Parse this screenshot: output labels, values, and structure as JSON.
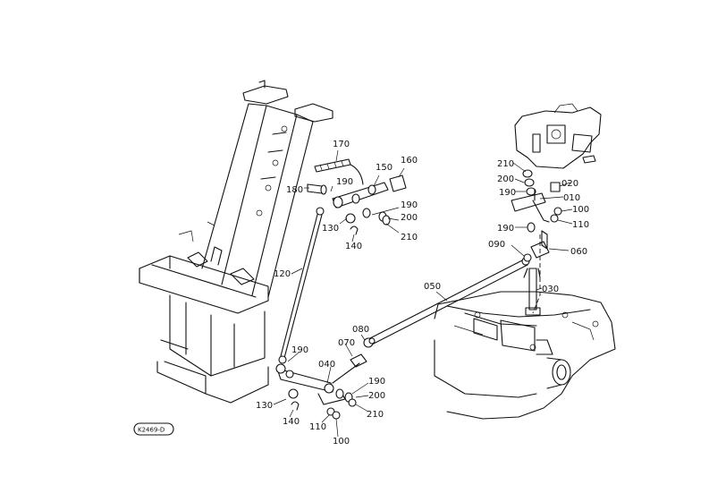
{
  "labels": {
    "l010": "010",
    "l020": "020",
    "l030": "030",
    "l040": "040",
    "l050": "050",
    "l060": "060",
    "l070": "070",
    "l080": "080",
    "l090": "090",
    "l100a": "100",
    "l100b": "100",
    "l110a": "110",
    "l110b": "110",
    "l120": "120",
    "l130a": "130",
    "l130b": "130",
    "l140a": "140",
    "l140b": "140",
    "l150": "150",
    "l160": "160",
    "l170": "170",
    "l180": "180",
    "l190a": "190",
    "l190b": "190",
    "l190c": "190",
    "l190d": "190",
    "l190e": "190",
    "l190f": "190",
    "l200a": "200",
    "l200b": "200",
    "l200c": "200",
    "l210a": "210",
    "l210b": "210",
    "l210c": "210"
  },
  "reference_code": "K2469-D"
}
